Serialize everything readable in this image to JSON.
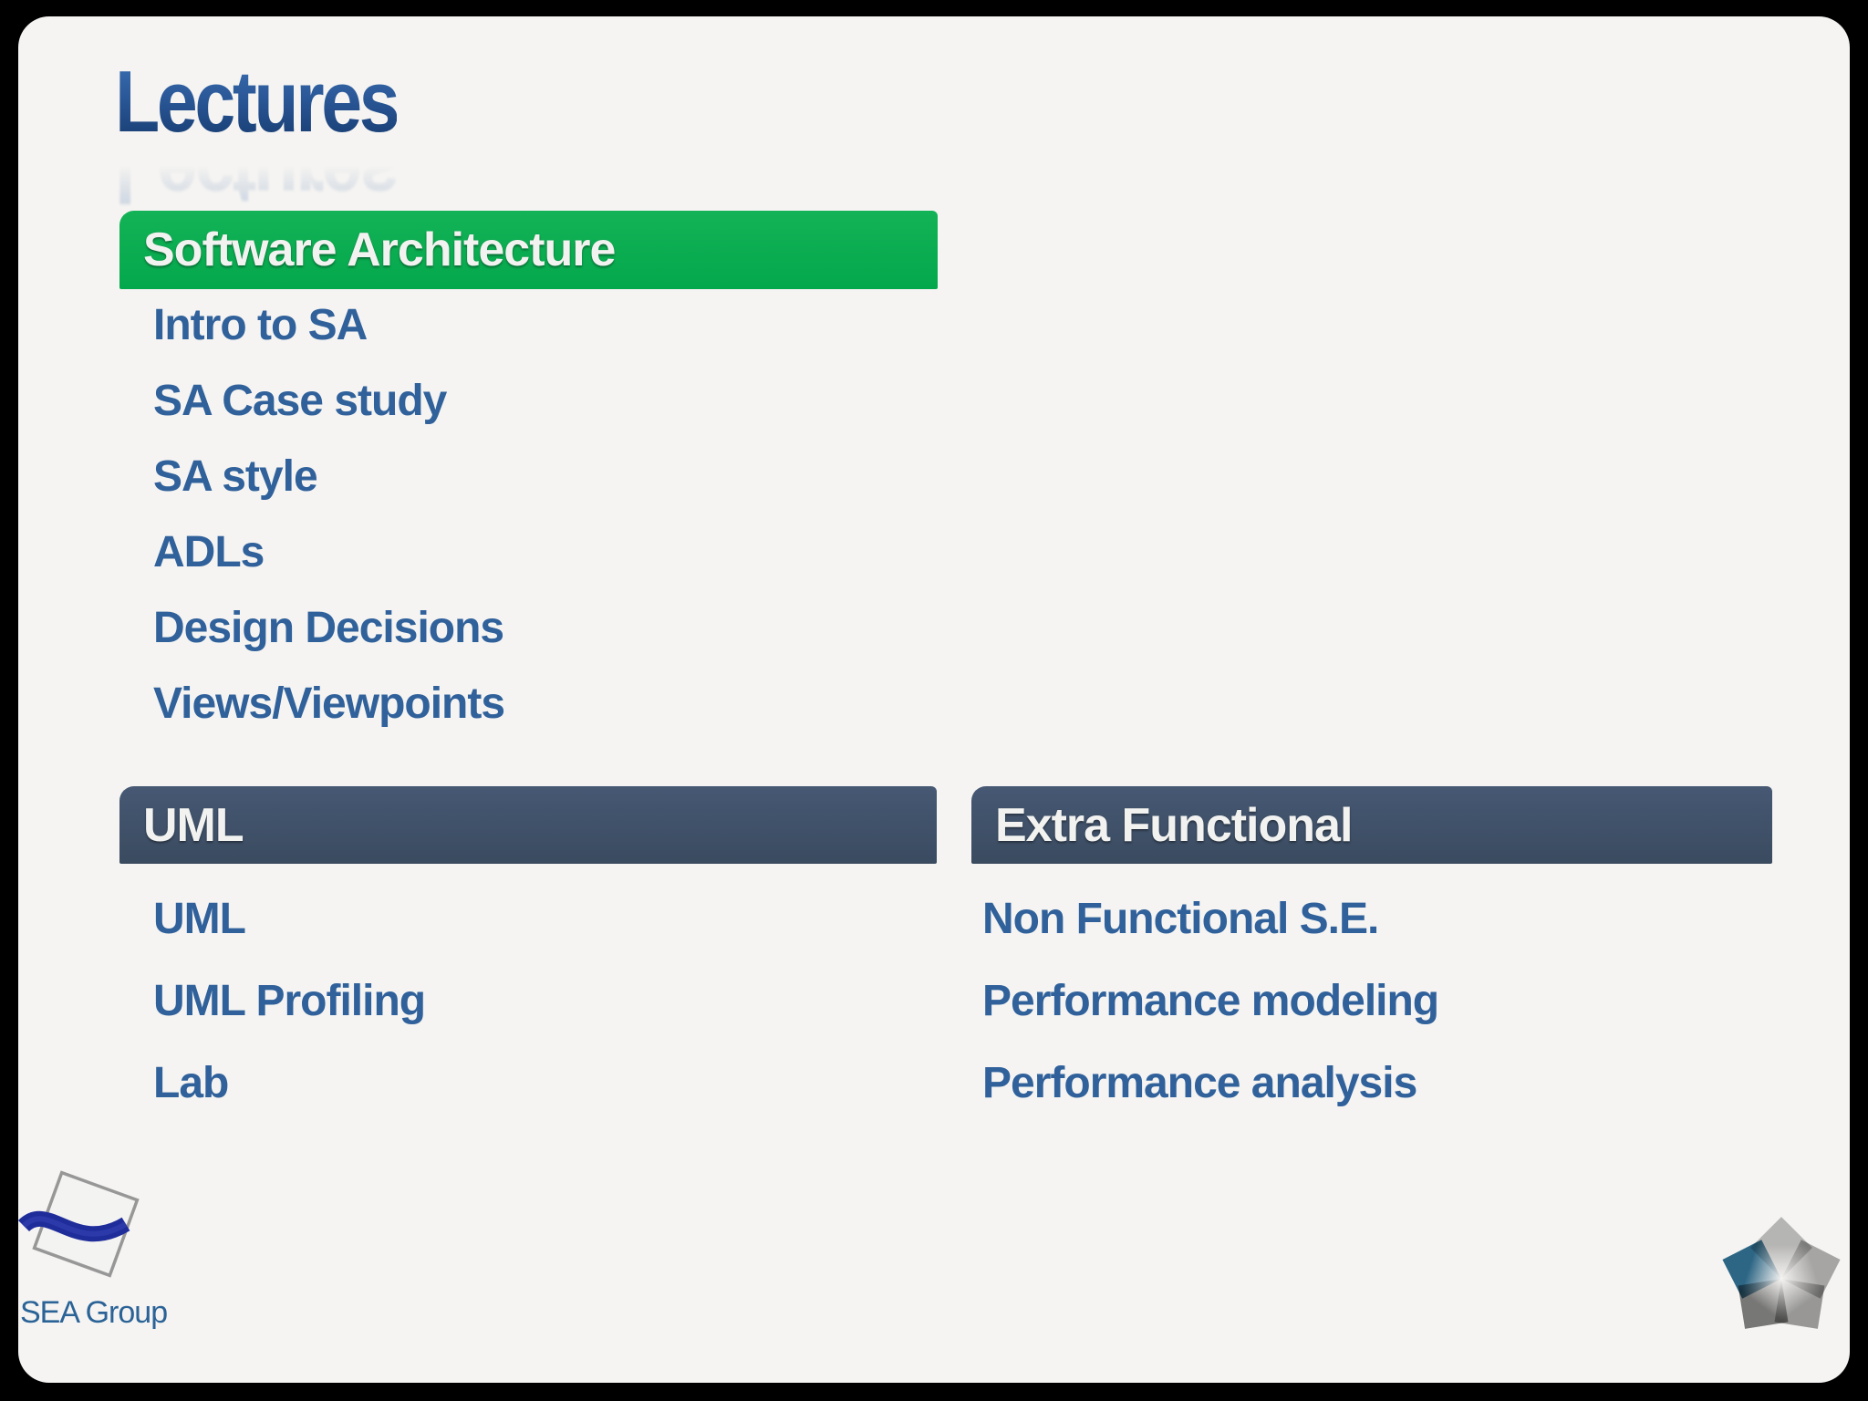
{
  "slide": {
    "title": "Lectures",
    "sections": [
      {
        "header": "Software Architecture",
        "accent_color": "#07AC4F",
        "items": [
          "Intro to SA",
          "SA Case study",
          "SA style",
          "ADLs",
          "Design Decisions",
          "Views/Viewpoints"
        ]
      },
      {
        "header": "UML",
        "accent_color": "#3F5064",
        "items": [
          "UML",
          "UML Profiling",
          "Lab"
        ]
      },
      {
        "header": "Extra Functional",
        "accent_color": "#3F5064",
        "items": [
          "Non Functional S.E.",
          "Performance modeling",
          "Performance analysis"
        ]
      }
    ],
    "footer": {
      "logo_caption": "SEA Group"
    },
    "colors": {
      "slide_background": "#F5F4F2",
      "title_text": "#27507F",
      "item_text": "#30619B",
      "header_text": "#F2F3F1",
      "green_bar": "#07AC4F",
      "slate_bar": "#3F5064",
      "pinwheel_blue": "#2F6B8C",
      "sea_ribbon_blue": "#1F2D9B"
    }
  }
}
